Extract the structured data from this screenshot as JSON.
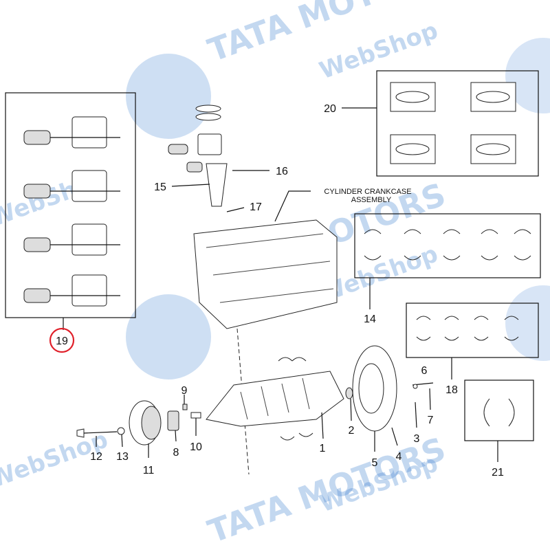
{
  "diagram": {
    "callouts": {
      "c1": "1",
      "c2": "2",
      "c3": "3",
      "c4": "4",
      "c5": "5",
      "c6": "6",
      "c7": "7",
      "c8": "8",
      "c9": "9",
      "c10": "10",
      "c11": "11",
      "c12": "12",
      "c13": "13",
      "c14": "14",
      "c15": "15",
      "c16": "16",
      "c17": "17",
      "c18": "18",
      "c19": "19",
      "c20": "20",
      "c21": "21"
    },
    "assembly_caption_line1": "CYLINDER CRANKCASE",
    "assembly_caption_line2": "ASSEMBLY",
    "highlight_color": "#e0202a"
  },
  "watermark": {
    "brand": "TATA MOTORS",
    "sub": "WebShop",
    "color": "#3d7fd0"
  }
}
